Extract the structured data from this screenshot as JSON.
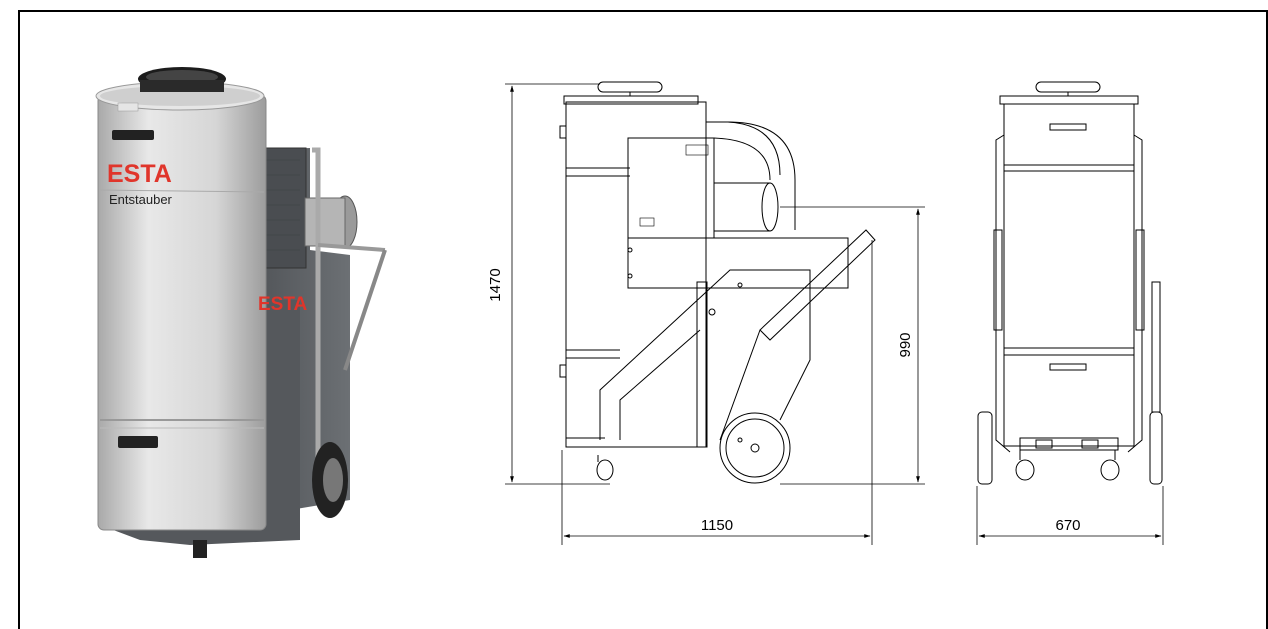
{
  "product": {
    "brand": "ESTA",
    "model_label": "Entstauber",
    "side_brand": "ESTA"
  },
  "dimensions": {
    "height_total": "1470",
    "height_inlet": "990",
    "length": "1150",
    "width": "670"
  },
  "colors": {
    "brand_red": "#e0352b",
    "body_grey": "#d9d9d9",
    "frame_dark": "#5a5d61"
  }
}
